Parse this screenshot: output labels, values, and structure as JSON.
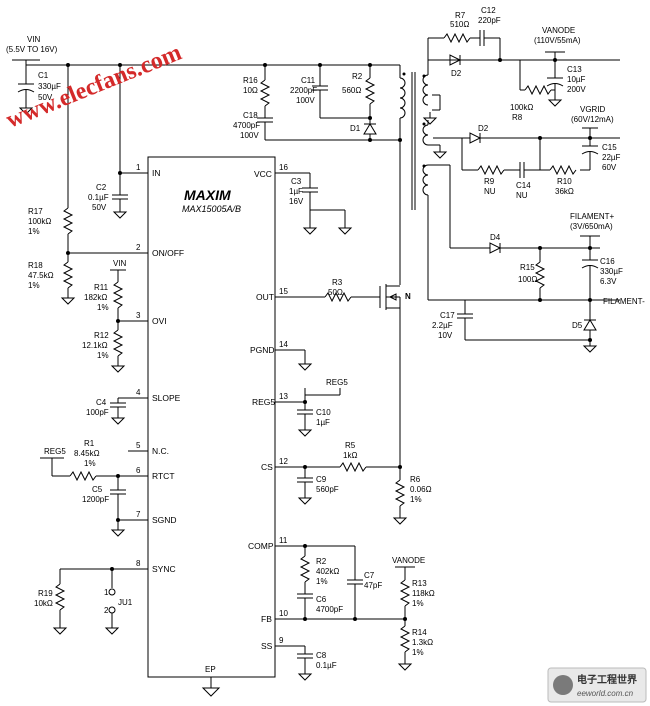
{
  "chip": {
    "logo": "MAXIM",
    "part": "MAX15005A/B",
    "ep_label": "EP"
  },
  "left_pins": [
    {
      "num": "1",
      "name": "IN"
    },
    {
      "num": "2",
      "name": "ON/OFF"
    },
    {
      "num": "3",
      "name": "OVI"
    },
    {
      "num": "4",
      "name": "SLOPE"
    },
    {
      "num": "5",
      "name": "N.C."
    },
    {
      "num": "6",
      "name": "RTCT"
    },
    {
      "num": "7",
      "name": "SGND"
    },
    {
      "num": "8",
      "name": "SYNC"
    }
  ],
  "right_pins": [
    {
      "num": "16",
      "name": "VCC"
    },
    {
      "num": "15",
      "name": "OUT"
    },
    {
      "num": "14",
      "name": "PGND"
    },
    {
      "num": "13",
      "name": "REG5"
    },
    {
      "num": "12",
      "name": "CS"
    },
    {
      "num": "11",
      "name": "COMP"
    },
    {
      "num": "10",
      "name": "FB"
    },
    {
      "num": "9",
      "name": "SS"
    }
  ],
  "labels": {
    "vin_title": "VIN",
    "vin_range": "(5.5V TO 16V)",
    "c1": [
      "C1",
      "330µF",
      "50V"
    ],
    "r16": [
      "R16",
      "10Ω"
    ],
    "c11": [
      "C11",
      "2200pF",
      "100V"
    ],
    "r2": [
      "R2",
      "560Ω"
    ],
    "c18": [
      "C18",
      "4700pF",
      "100V"
    ],
    "d1": "D1",
    "c2": [
      "C2",
      "0.1µF",
      "50V"
    ],
    "r17": [
      "R17",
      "100kΩ",
      "1%"
    ],
    "r18": [
      "R18",
      "47.5kΩ",
      "1%"
    ],
    "r11_vin": "VIN",
    "r11": [
      "R11",
      "182kΩ",
      "1%"
    ],
    "r12": [
      "R12",
      "12.1kΩ",
      "1%"
    ],
    "c4": [
      "C4",
      "100pF"
    ],
    "reg5_left": "REG5",
    "r1": [
      "R1",
      "8.45kΩ",
      "1%"
    ],
    "c5": [
      "C5",
      "1200pF"
    ],
    "r19": [
      "R19",
      "10kΩ"
    ],
    "ju1": [
      "1",
      "JU1",
      "2"
    ],
    "c3": [
      "C3",
      "1µF",
      "16V"
    ],
    "r3": [
      "R3",
      "50Ω"
    ],
    "n_label": "N",
    "reg5_right": "REG5",
    "c10": [
      "C10",
      "1µF"
    ],
    "r5": [
      "R5",
      "1kΩ"
    ],
    "c9": [
      "C9",
      "560pF"
    ],
    "r6": [
      "R6",
      "0.06Ω",
      "1%"
    ],
    "r2b": [
      "R2",
      "402kΩ",
      "1%"
    ],
    "c6": [
      "C6",
      "4700pF"
    ],
    "c7": [
      "C7",
      "47pF"
    ],
    "c8": [
      "C8",
      "0.1µF"
    ],
    "vanode_fb": "VANODE",
    "r13": [
      "R13",
      "118kΩ",
      "1%"
    ],
    "r14": [
      "R14",
      "1.3kΩ",
      "1%"
    ],
    "r7": [
      "R7",
      "510Ω"
    ],
    "c12": [
      "C12",
      "220pF"
    ],
    "vanode_out": [
      "VANODE",
      "(110V/55mA)"
    ],
    "d2a": "D2",
    "c13": [
      "C13",
      "10µF",
      "200V"
    ],
    "r8": [
      "R8",
      "100kΩ"
    ],
    "vgrid": [
      "VGRID",
      "(60V/12mA)"
    ],
    "d2b": "D2",
    "c15": [
      "C15",
      "22µF",
      "60V"
    ],
    "r9": [
      "R9",
      "NU"
    ],
    "c14": [
      "C14",
      "NU"
    ],
    "r10": [
      "R10",
      "36kΩ"
    ],
    "filament_plus": [
      "FILAMENT+",
      "(3V/650mA)"
    ],
    "d4": "D4",
    "r15": [
      "R15",
      "100Ω"
    ],
    "c16": [
      "C16",
      "330µF",
      "6.3V"
    ],
    "filament_minus": "FILAMENT-",
    "c17": [
      "C17",
      "2.2µF",
      "10V"
    ],
    "d5": "D5"
  },
  "watermarks": {
    "site": "www.elecfans.com",
    "logo_cn": "电子工程世界",
    "logo_en": "eeworld.com.cn"
  },
  "colors": {
    "wire": "#000000",
    "watermark": "#d42a2a",
    "logo_bg": "#e9e9e9"
  }
}
